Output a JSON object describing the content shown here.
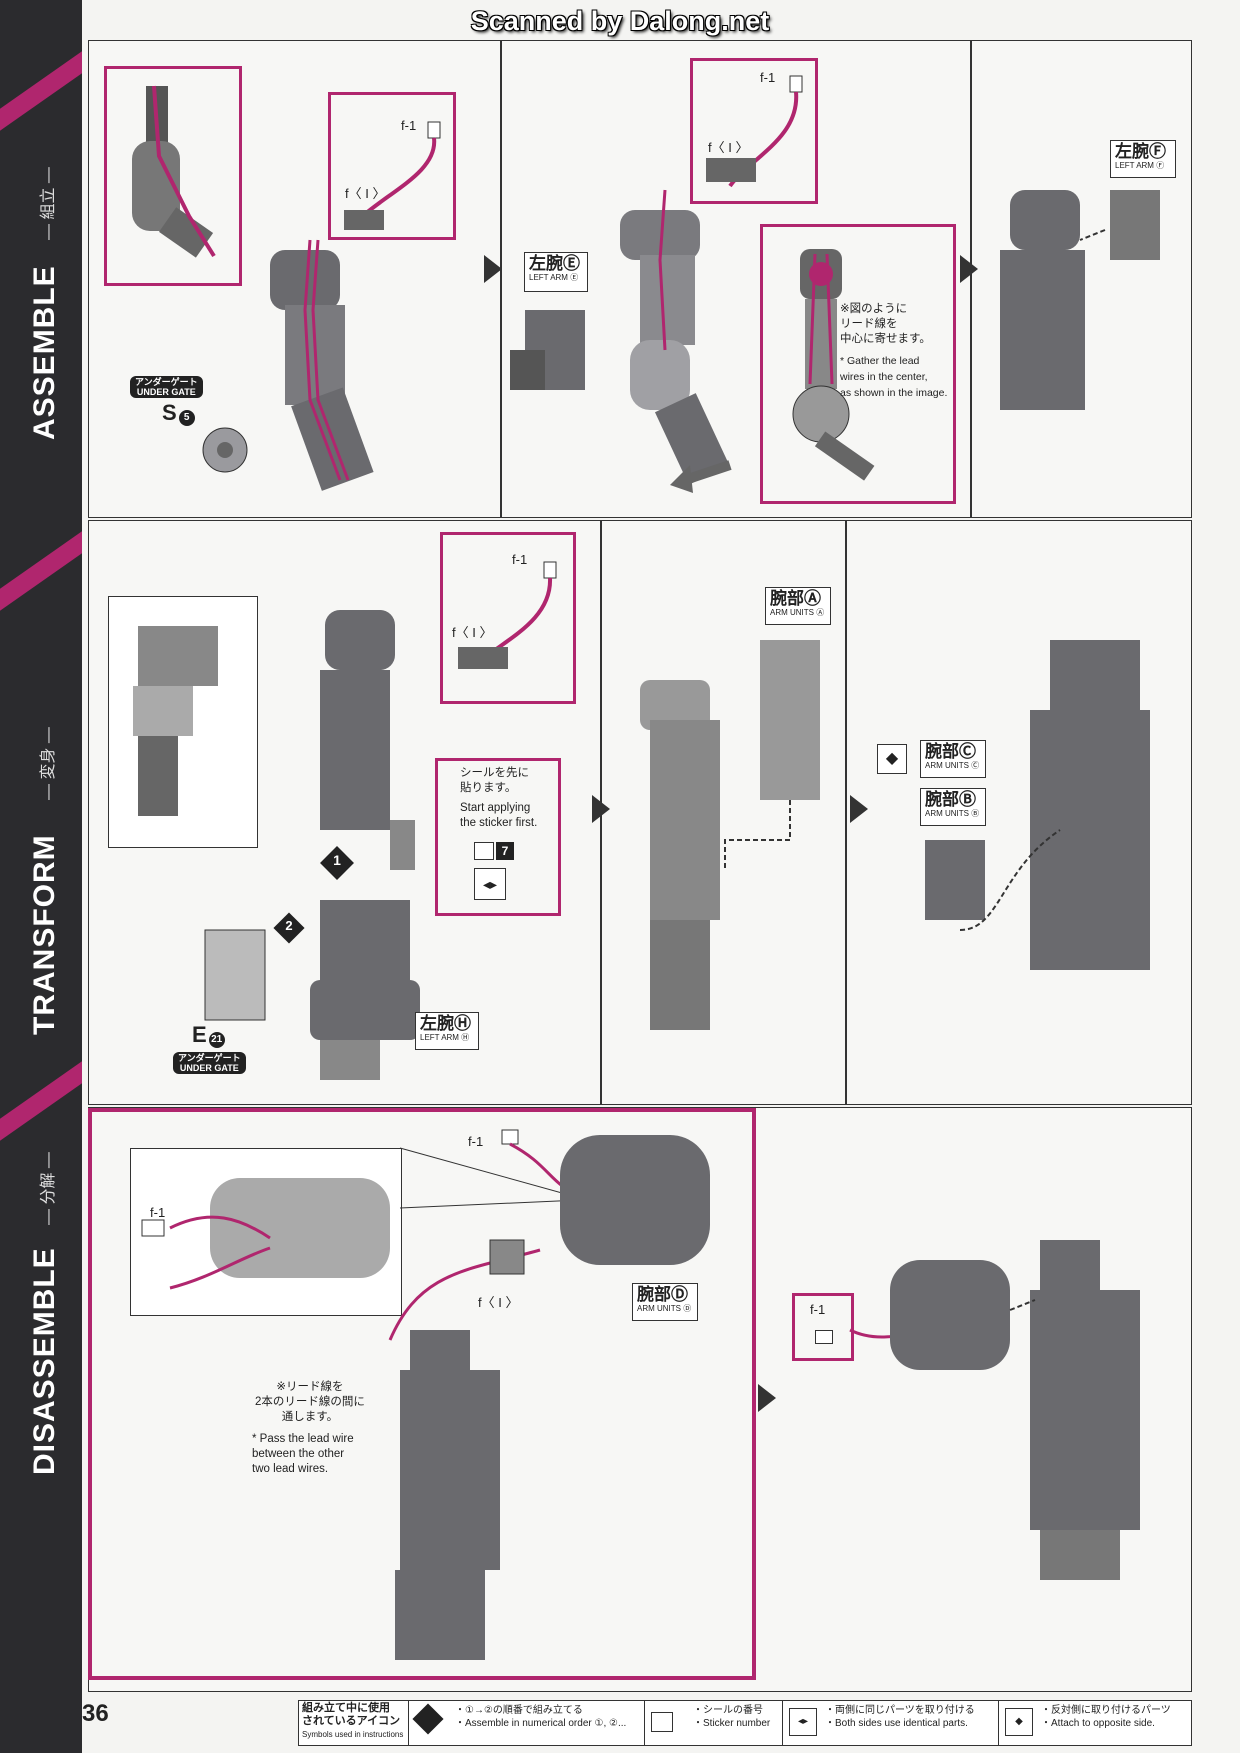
{
  "watermark": "Scanned by Dalong.net",
  "page_number": "36",
  "sidebar": {
    "sections": [
      {
        "en": "ASSEMBLE",
        "jp": "組立"
      },
      {
        "en": "TRANSFORM",
        "jp": "変身"
      },
      {
        "en": "DISASSEMBLE",
        "jp": "分解"
      }
    ]
  },
  "step1": {
    "f1": "f-1",
    "fI": "f〈 I 〉",
    "gate_jp": "アンダーゲート",
    "gate_en": "UNDER GATE",
    "part_s": "S",
    "part_s_num": "5",
    "label_E": {
      "jp": "左腕Ⓔ",
      "en": "LEFT ARM Ⓔ"
    },
    "note_jp": "※図のように\nリード線を\n中心に寄せます。",
    "note_en": "* Gather the lead\nwires in the center,\nas shown in the image.",
    "label_F": {
      "jp": "左腕Ⓕ",
      "en": "LEFT ARM Ⓕ"
    }
  },
  "step2": {
    "f1": "f-1",
    "fI": "f〈 I 〉",
    "sticker_note_jp": "シールを先に\n貼ります。",
    "sticker_note_en": "Start applying\nthe sticker first.",
    "sticker_num": "7",
    "step_1": "1",
    "step_2": "2",
    "part_e": "E",
    "part_e_num": "21",
    "gate_jp": "アンダーゲート",
    "gate_en": "UNDER GATE",
    "label_H": {
      "jp": "左腕Ⓗ",
      "en": "LEFT ARM Ⓗ"
    },
    "label_A": {
      "jp": "腕部Ⓐ",
      "en": "ARM UNITS Ⓐ"
    },
    "label_C": {
      "jp": "腕部Ⓒ",
      "en": "ARM UNITS Ⓒ"
    },
    "label_B": {
      "jp": "腕部Ⓑ",
      "en": "ARM UNITS Ⓑ"
    }
  },
  "step3": {
    "f1_a": "f-1",
    "f1_b": "f-1",
    "f1_c": "f-1",
    "fI": "f〈 I 〉",
    "label_D": {
      "jp": "腕部Ⓓ",
      "en": "ARM UNITS Ⓓ"
    },
    "note_jp": "※リード線を\n2本のリード線の間に\n通します。",
    "note_en": "* Pass the lead wire\nbetween the other\ntwo lead wires."
  },
  "footer": {
    "title_jp": "組み立て中に使用\nされているアイコン",
    "title_en": "Symbols used in instructions",
    "icon1_jp": "・①→②の順番で組み立てる",
    "icon1_en": "・Assemble in numerical order ①, ②...",
    "icon2_jp": "・シールの番号",
    "icon2_en": "・Sticker number",
    "icon3_jp": "・両側に同じパーツを取り付ける",
    "icon3_en": "・Both sides use identical parts.",
    "icon4_jp": "・反対側に取り付けるパーツ",
    "icon4_en": "・Attach to opposite side."
  },
  "colors": {
    "accent": "#b0266e",
    "sidebar": "#2b2b2e",
    "part": "#6a6a6e"
  }
}
